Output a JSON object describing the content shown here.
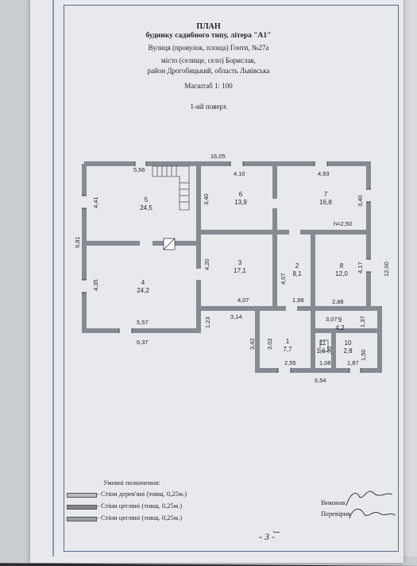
{
  "header": {
    "title": "ПЛАН",
    "subtitle": "будинку садибного типу, літера \"А1\"",
    "street_line": "Вулиця (провулок, площа) Гонти, №27а",
    "city_line": "місто (селище, село) Борислав,",
    "region_line": "район Дрогобицький, область Львівська",
    "scale": "Масштаб 1: 100",
    "floor": "1-ий поверх"
  },
  "dimensions": {
    "total_top": "16,05",
    "top_left": "5,56",
    "top_mid": "4,10",
    "top_right": "4,93",
    "left_total": "9,81",
    "left_upper": "4,41",
    "left_lower": "4,35",
    "right_upper": "3,40",
    "right_total": "12,00",
    "right_mid": "4,17",
    "r6_side": "3,40",
    "r3_side": "4,20",
    "r2_side": "4,07",
    "r3_bottom": "4,07",
    "r2_bottom": "1,98",
    "r8_bottom": "2,88",
    "r4_bottom": "5,57",
    "bottom_left": "6,37",
    "step_a": "1,23",
    "step_b": "3,14",
    "r1_side_a": "3,42",
    "r1_side_b": "3,02",
    "r9_top": "3,07",
    "r9_side": "1,37",
    "r11_w": "1,08",
    "r10_w": "1,87",
    "r10_side": "1,50",
    "r1_bottom": "2,55",
    "bottom_right": "6,54",
    "height_label": "h=2,50",
    "r11_side": ",90"
  },
  "rooms": [
    {
      "num": "5",
      "area": "24,5"
    },
    {
      "num": "6",
      "area": "13,9"
    },
    {
      "num": "7",
      "area": "16,8"
    },
    {
      "num": "4",
      "area": "24,2"
    },
    {
      "num": "3",
      "area": "17,1"
    },
    {
      "num": "2",
      "area": "8,1"
    },
    {
      "num": "8",
      "area": "12,0"
    },
    {
      "num": "1",
      "area": "7,7"
    },
    {
      "num": "9",
      "area": "4,2"
    },
    {
      "num": "11",
      "area": "1,6"
    },
    {
      "num": "10",
      "area": "2,8"
    }
  ],
  "legend": {
    "title": "Умовні позначення:",
    "items": [
      "- Стіни дерев'яні (товщ. 0,25м.)",
      "- Стіни цегляні (товщ. 0,25м.)",
      "- Стіни цегляні (товщ. 0,25м.)"
    ]
  },
  "signatures": {
    "performer": "Виконав",
    "checker": "Перевірив"
  },
  "page_number": "- 3 -",
  "colors": {
    "paper": "#e7e9ec",
    "ink": "#1f2330",
    "wall": "#8b9098"
  }
}
